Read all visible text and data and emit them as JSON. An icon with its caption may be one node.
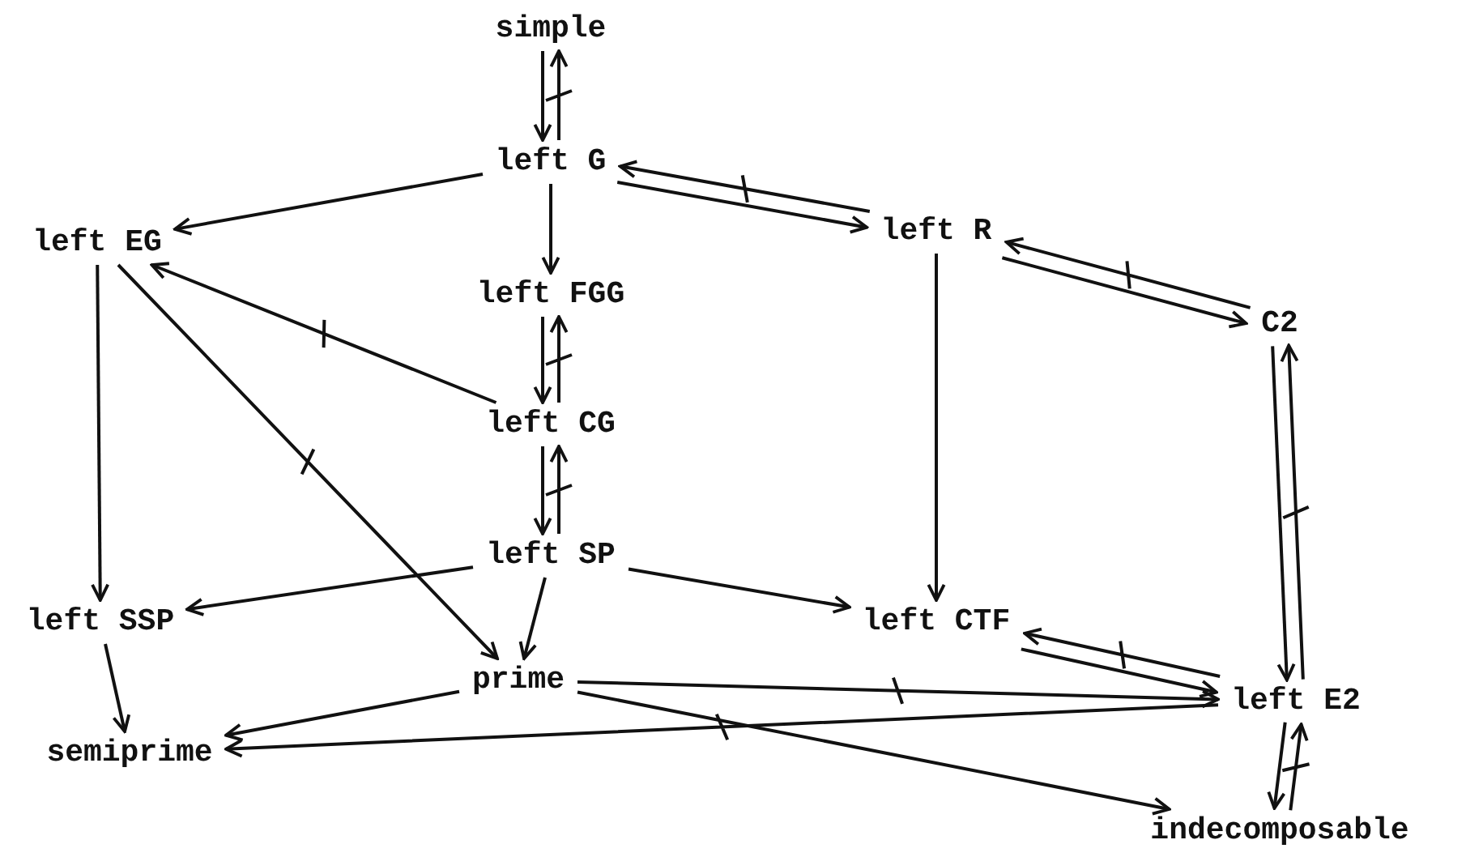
{
  "diagram": {
    "nodes": [
      {
        "text": [
          "simple"
        ]
      },
      {
        "text": [
          "left G"
        ]
      },
      {
        "text": [
          "left EG"
        ]
      },
      {
        "text": [
          "left R"
        ]
      },
      {
        "text": [
          "left FGG"
        ]
      },
      {
        "text": [
          "C2"
        ]
      },
      {
        "text": [
          "left CG"
        ]
      },
      {
        "text": [
          "left SP"
        ]
      },
      {
        "text": [
          "left SSP"
        ]
      },
      {
        "text": [
          "left CTF"
        ]
      },
      {
        "text": [
          "prime"
        ]
      },
      {
        "text": [
          "left E2"
        ]
      },
      {
        "text": [
          "semiprime"
        ]
      },
      {
        "text": [
          "indecomposable"
        ]
      }
    ],
    "edges": [
      {
        "from": 0,
        "to": 1,
        "arrow": "to"
      },
      {
        "from": 1,
        "to": 0,
        "arrow": "to"
      },
      {
        "from": 1,
        "to": 2,
        "arrow": "to"
      },
      {
        "from": 1,
        "to": 4,
        "arrow": "to"
      },
      {
        "from": 1,
        "to": 3,
        "arrow": "to"
      },
      {
        "from": 3,
        "to": 1,
        "arrow": "to"
      },
      {
        "from": 3,
        "to": 5,
        "arrow": "to"
      },
      {
        "from": 5,
        "to": 3,
        "arrow": "to"
      },
      {
        "from": 4,
        "to": 6,
        "arrow": "to"
      },
      {
        "from": 6,
        "to": 4,
        "arrow": "to"
      },
      {
        "from": 6,
        "to": 2,
        "arrow": "to"
      },
      {
        "from": 2,
        "to": 10,
        "arrow": "to"
      },
      {
        "from": 2,
        "to": 8,
        "arrow": "to"
      },
      {
        "from": 6,
        "to": 7,
        "arrow": "to"
      },
      {
        "from": 7,
        "to": 6,
        "arrow": "to"
      },
      {
        "from": 7,
        "to": 8,
        "arrow": "to"
      },
      {
        "from": 7,
        "to": 10,
        "arrow": "to"
      },
      {
        "from": 7,
        "to": 9,
        "arrow": "to"
      },
      {
        "from": 3,
        "to": 9,
        "arrow": "to"
      },
      {
        "from": 5,
        "to": 11,
        "arrow": "to"
      },
      {
        "from": 11,
        "to": 5,
        "arrow": "to"
      },
      {
        "from": 9,
        "to": 11,
        "arrow": "to"
      },
      {
        "from": 11,
        "to": 9,
        "arrow": "to"
      },
      {
        "from": 10,
        "to": 11,
        "arrow": "to"
      },
      {
        "from": 11,
        "to": 12,
        "arrow": "to"
      },
      {
        "from": 10,
        "to": 12,
        "arrow": "to"
      },
      {
        "from": 8,
        "to": 12,
        "arrow": "to"
      },
      {
        "from": 10,
        "to": 13,
        "arrow": "to"
      },
      {
        "from": 11,
        "to": 13,
        "arrow": "to"
      },
      {
        "from": 13,
        "to": 11,
        "arrow": "to"
      }
    ]
  }
}
